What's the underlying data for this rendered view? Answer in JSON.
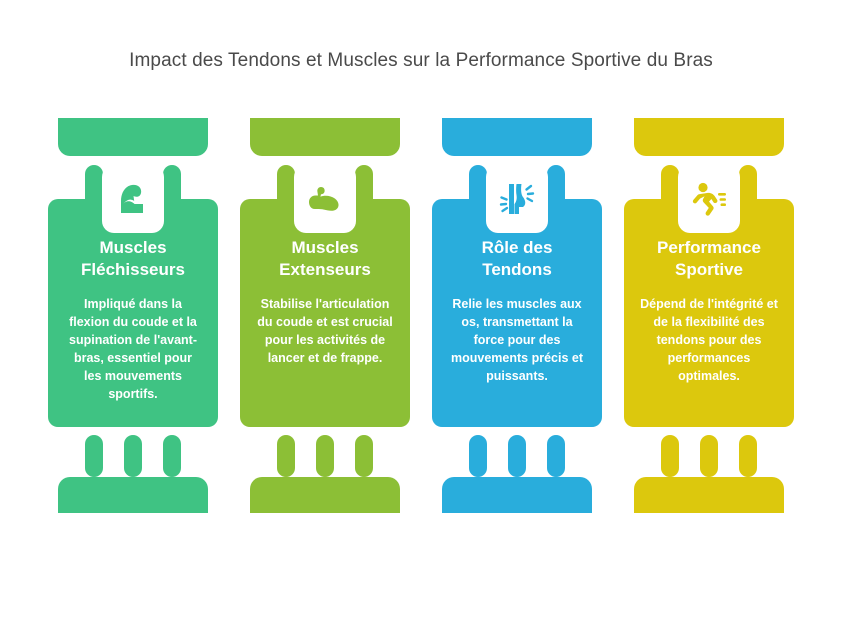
{
  "header": {
    "title": "Impact des Tendons et Muscles sur la Performance Sportive du Bras"
  },
  "theme": {
    "background": "#ffffff",
    "title_color": "#4a4a4a"
  },
  "columns": [
    {
      "id": "muscles-flechisseurs",
      "color": "#3fc383",
      "icon": "flexed-bicep-icon",
      "title": "Muscles Fléchisseurs",
      "description": "Impliqué dans la flexion du coude et la supination de l'avant-bras, essentiel pour les mouvements sportifs."
    },
    {
      "id": "muscles-extenseurs",
      "color": "#8cbf36",
      "icon": "relaxed-bicep-icon",
      "title": "Muscles Extenseurs",
      "description": "Stabilise l'articulation du coude et est crucial pour les activités de lancer et de frappe."
    },
    {
      "id": "role-des-tendons",
      "color": "#29addc",
      "icon": "tendon-strands-icon",
      "title": "Rôle des Tendons",
      "description": "Relie les muscles aux os, transmettant la force pour des mouvements précis et puissants."
    },
    {
      "id": "performance-sportive",
      "color": "#dcc80d",
      "icon": "running-figure-icon",
      "title": "Performance Sportive",
      "description": "Dépend de l'intégrité et de la flexibilité des tendons pour des performances optimales."
    }
  ]
}
